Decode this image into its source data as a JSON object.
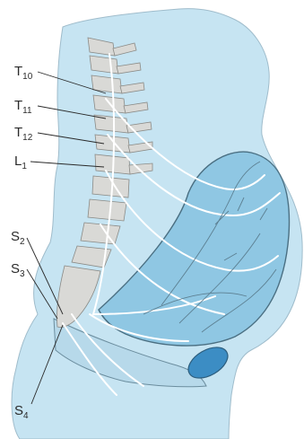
{
  "labels": {
    "t10": {
      "main": "T",
      "sub": "10"
    },
    "t11": {
      "main": "T",
      "sub": "11"
    },
    "t12": {
      "main": "T",
      "sub": "12"
    },
    "l1": {
      "main": "L",
      "sub": "1"
    },
    "s2": {
      "main": "S",
      "sub": "2"
    },
    "s3": {
      "main": "S",
      "sub": "3"
    },
    "s4": {
      "main": "S",
      "sub": "4"
    }
  },
  "colors": {
    "body_fill": "#c6e4f2",
    "uterus_fill": "#8fc7e3",
    "outline": "#4a6f82",
    "nerve": "#ffffff",
    "bone": "#d9d9d6",
    "bladder": "#3c8dc4"
  }
}
